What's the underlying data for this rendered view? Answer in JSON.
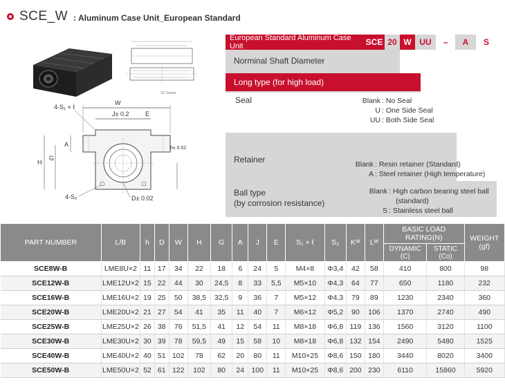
{
  "header": {
    "code": "SCE_W",
    "subtitle": ": Aluminum Case Unit_European Standard"
  },
  "drawing": {
    "small_caption": "SC Series",
    "labels": {
      "hole": "4-S₁ × ℓ",
      "w": "W",
      "j": "J± 0.2",
      "e": "E",
      "a": "A",
      "g": "G",
      "h": "H",
      "h1": "h± 0.02",
      "s2": "4-S₂",
      "d": "D± 0.02"
    }
  },
  "code": {
    "title": "European Standard Aluminum Case Unit",
    "parts": [
      "SCE",
      "20",
      "W",
      "UU",
      "–",
      "A",
      "S"
    ],
    "fields": {
      "shaft": "Norminal Shaft Diameter",
      "long": "Long type (for high load)",
      "seal": "Seal",
      "retainer": "Retainer",
      "ball1": "Ball type",
      "ball2": "(by corrosion resistance)"
    },
    "seal_opts": [
      {
        "k": "Blank",
        "v": ": No Seal"
      },
      {
        "k": "U",
        "v": ": One Side Seal"
      },
      {
        "k": "UU",
        "v": ": Both Side Seal"
      }
    ],
    "retainer_opts": [
      {
        "k": "Blank",
        "v": ": Resin retainer (Standard)"
      },
      {
        "k": "A",
        "v": ": Steel retainer (High temperature)"
      }
    ],
    "ball_opts": [
      {
        "k": "Blank",
        "v": ": High carbon bearing steel ball"
      },
      {
        "k": "",
        "v": "(standard)"
      },
      {
        "k": "S",
        "v": ": Stainless steel ball"
      }
    ]
  },
  "table": {
    "headers": {
      "part": "PART NUMBER",
      "lb": "L/B",
      "h": "h",
      "d": "D",
      "w": "W",
      "H": "H",
      "g": "G",
      "a": "A",
      "j": "J",
      "e": "E",
      "s1l": "S₁ × ℓ",
      "s2": "S₂",
      "kw": "Kᵂ",
      "lw": "Lᵂ",
      "load": "BASIC LOAD RATING(N)",
      "dyn": "DYNAMIC (C)",
      "stat": "STATIC (Co)",
      "weight": "WEIGHT (gf)"
    },
    "rows": [
      [
        "SCE8W-B",
        "LME8U×2",
        "11",
        "17",
        "34",
        "22",
        "18",
        "6",
        "24",
        "5",
        "M4×8",
        "Φ3,4",
        "42",
        "58",
        "410",
        "800",
        "98"
      ],
      [
        "SCE12W-B",
        "LME12U×2",
        "15",
        "22",
        "44",
        "30",
        "24,5",
        "8",
        "33",
        "5,5",
        "M5×10",
        "Φ4,3",
        "64",
        "77",
        "650",
        "1180",
        "232"
      ],
      [
        "SCE16W-B",
        "LME16U×2",
        "19",
        "25",
        "50",
        "38,5",
        "32,5",
        "9",
        "36",
        "7",
        "M5×12",
        "Φ4,3",
        "79",
        "89",
        "1230",
        "2340",
        "360"
      ],
      [
        "SCE20W-B",
        "LME20U×2",
        "21",
        "27",
        "54",
        "41",
        "35",
        "11",
        "40",
        "7",
        "M6×12",
        "Φ5,2",
        "90",
        "106",
        "1370",
        "2740",
        "490"
      ],
      [
        "SCE25W-B",
        "LME25U×2",
        "26",
        "38",
        "76",
        "51,5",
        "41",
        "12",
        "54",
        "11",
        "M8×18",
        "Φ6,8",
        "119",
        "136",
        "1560",
        "3120",
        "1100"
      ],
      [
        "SCE30W-B",
        "LME30U×2",
        "30",
        "39",
        "78",
        "59,5",
        "49",
        "15",
        "58",
        "10",
        "M8×18",
        "Φ6,8",
        "132",
        "154",
        "2490",
        "5480",
        "1525"
      ],
      [
        "SCE40W-B",
        "LME40U×2",
        "40",
        "51",
        "102",
        "78",
        "62",
        "20",
        "80",
        "11",
        "M10×25",
        "Φ8,6",
        "150",
        "180",
        "3440",
        "8020",
        "3400"
      ],
      [
        "SCE50W-B",
        "LME50U×2",
        "52",
        "61",
        "122",
        "102",
        "80",
        "24",
        "100",
        "11",
        "M10×25",
        "Φ8,6",
        "200",
        "230",
        "6110",
        "15860",
        "5920"
      ]
    ]
  },
  "colors": {
    "accent": "#c8102e",
    "header_gray": "#8a8a8a",
    "panel_gray": "#d6d6d6"
  }
}
